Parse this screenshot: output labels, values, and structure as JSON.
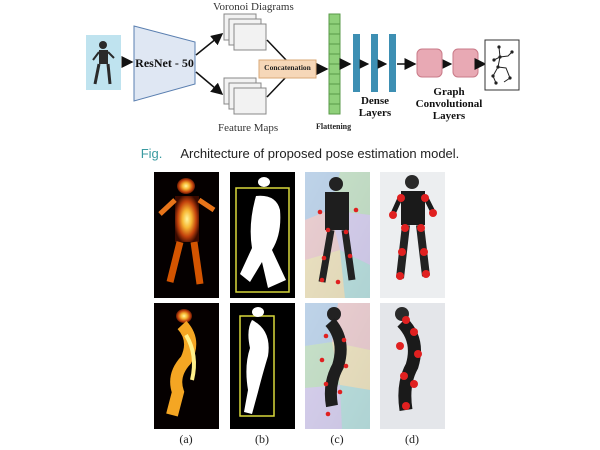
{
  "diagram": {
    "resnet_label": "ResNet - 50",
    "voronoi_label": "Voronoi Diagrams",
    "feature_label": "Feature Maps",
    "concat_label": "Concatenation",
    "flatten_label": "Flattening",
    "dense_label_1": "Dense",
    "dense_label_2": "Layers",
    "graph_label_1": "Graph",
    "graph_label_2": "Convolutional",
    "graph_label_3": "Layers"
  },
  "caption": {
    "prefix": "Fig.",
    "text": "Architecture of proposed pose estimation model."
  },
  "panels": {
    "a": "(a)",
    "b": "(b)",
    "c": "(c)",
    "d": "(d)"
  },
  "colors": {
    "resnet_fill": "#dfe7f3",
    "concat_fill": "#f6d7b8",
    "flatten_fill": "#8fd07a",
    "dense_fill": "#3d8fb3",
    "gcn_fill": "#e8a9b4",
    "caption_accent": "#3a9aa0",
    "joint_red": "#e02020"
  }
}
